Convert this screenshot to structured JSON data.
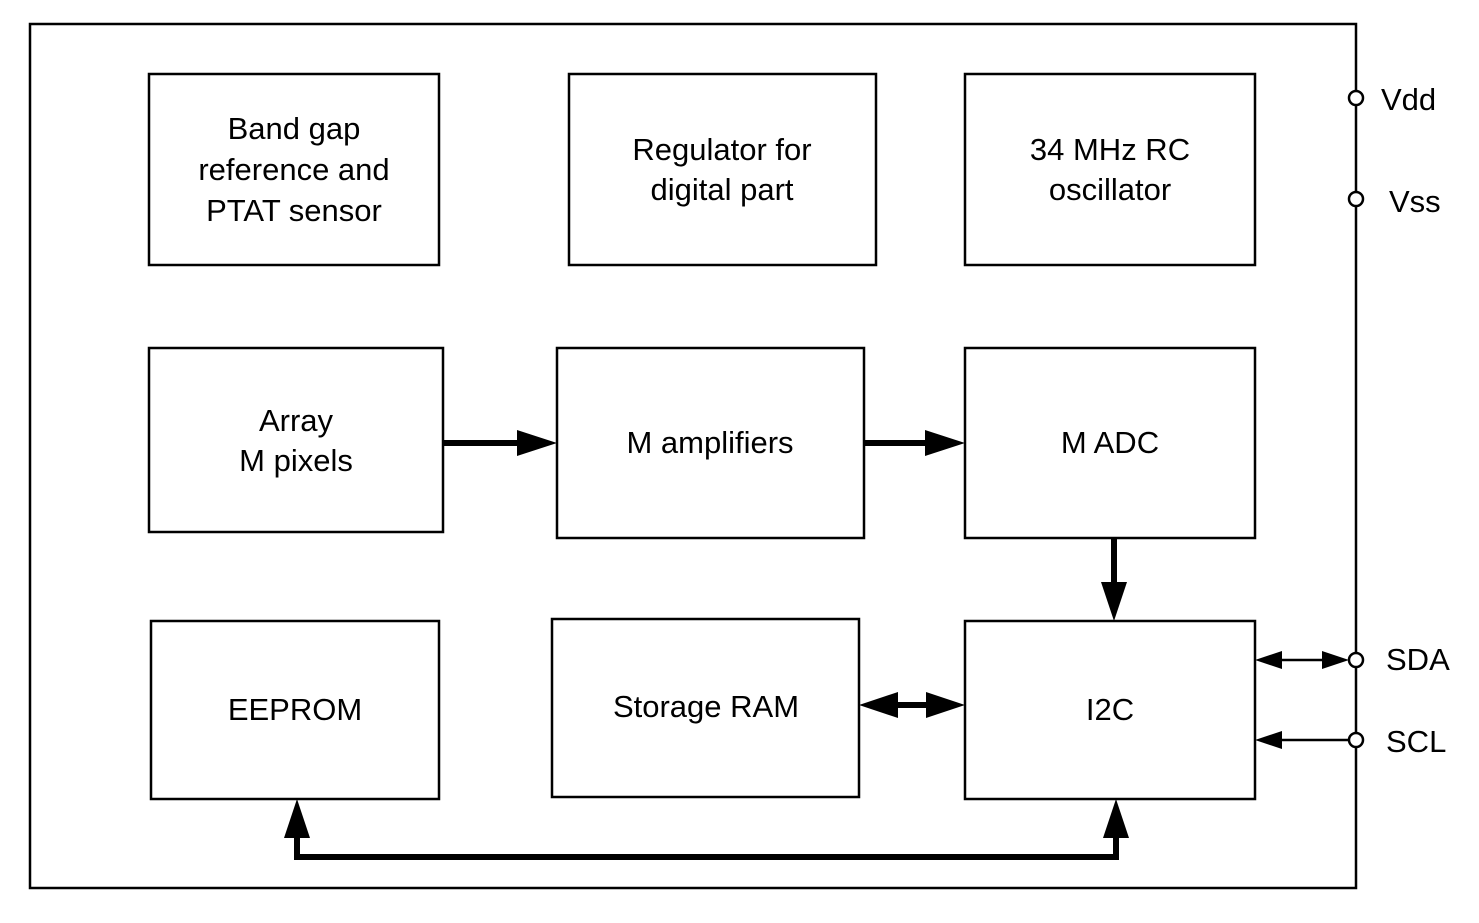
{
  "blocks": {
    "bandgap": [
      "Band gap",
      "reference and",
      "PTAT sensor"
    ],
    "regulator": [
      "Regulator for",
      "digital part"
    ],
    "oscillator": [
      "34 MHz RC",
      "oscillator"
    ],
    "array": [
      "Array",
      "M pixels"
    ],
    "amplifiers": [
      "M amplifiers"
    ],
    "adc": [
      "M ADC"
    ],
    "eeprom": [
      "EEPROM"
    ],
    "ram": [
      "Storage RAM"
    ],
    "i2c": [
      "I2C"
    ]
  },
  "pins": {
    "vdd": "Vdd",
    "vss": "Vss",
    "sda": "SDA",
    "scl": "SCL"
  }
}
